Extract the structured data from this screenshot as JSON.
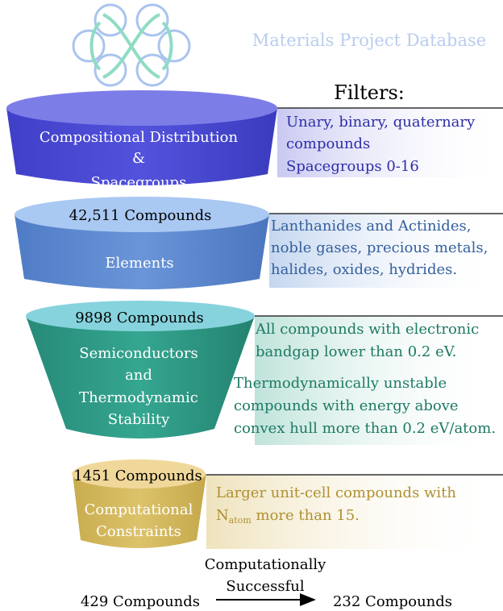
{
  "header": {
    "logo_name": "Materials Project logo",
    "title": "Materials Project Database",
    "filters_heading": "Filters:"
  },
  "stages": [
    {
      "count": "",
      "label_lines": [
        "Compositional Distribution",
        "&",
        "Spacegroups"
      ],
      "filter_lines": [
        "Unary, binary, quaternary",
        "compounds",
        "Spacegroups 0-16"
      ]
    },
    {
      "count": "42,511 Compounds",
      "label_lines": [
        "Elements"
      ],
      "filter_lines": [
        "Lanthanides and Actinides,",
        "noble gases, precious metals,",
        "halides, oxides, hydrides."
      ]
    },
    {
      "count": "9898 Compounds",
      "label_lines": [
        "Semiconductors",
        "and",
        "Thermodynamic",
        "Stability"
      ],
      "filter_lines": [
        "All compounds with electronic",
        "bandgap lower than 0.2 eV."
      ],
      "filter_lines_b": [
        "Thermodynamically unstable",
        "compounds with energy above",
        "convex hull more than 0.2 eV/atom."
      ]
    },
    {
      "count": "1451 Compounds",
      "label_lines": [
        "Computational",
        "Constraints"
      ],
      "filter_line_1": "Larger unit-cell compounds with",
      "filter_line_2_prefix": "N",
      "filter_line_2_sub": "atom",
      "filter_line_2_suffix": " more than 15."
    }
  ],
  "footer": {
    "left_count": "429 Compounds",
    "arrow_label_lines": [
      "Computationally",
      "Successful"
    ],
    "right_count": "232 Compounds"
  },
  "colors": {
    "stage1": "#4a4ad6",
    "stage2": "#5b87cf",
    "stage3": "#2f9a88",
    "stage4": "#d4b85a"
  }
}
